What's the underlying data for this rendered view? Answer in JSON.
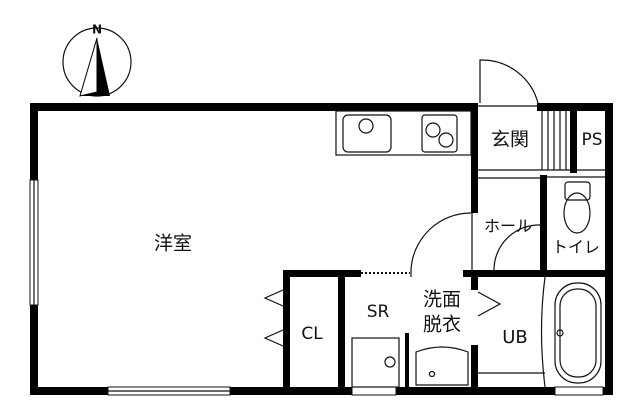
{
  "compass": {
    "label": "N"
  },
  "rooms": {
    "western_room": "洋室",
    "entrance": "玄関",
    "pipe_space": "PS",
    "hall": "ホール",
    "toilet": "トイレ",
    "closet": "CL",
    "storage_room": "SR",
    "washroom_line1": "洗面",
    "washroom_line2": "脱衣",
    "unit_bath": "UB"
  }
}
